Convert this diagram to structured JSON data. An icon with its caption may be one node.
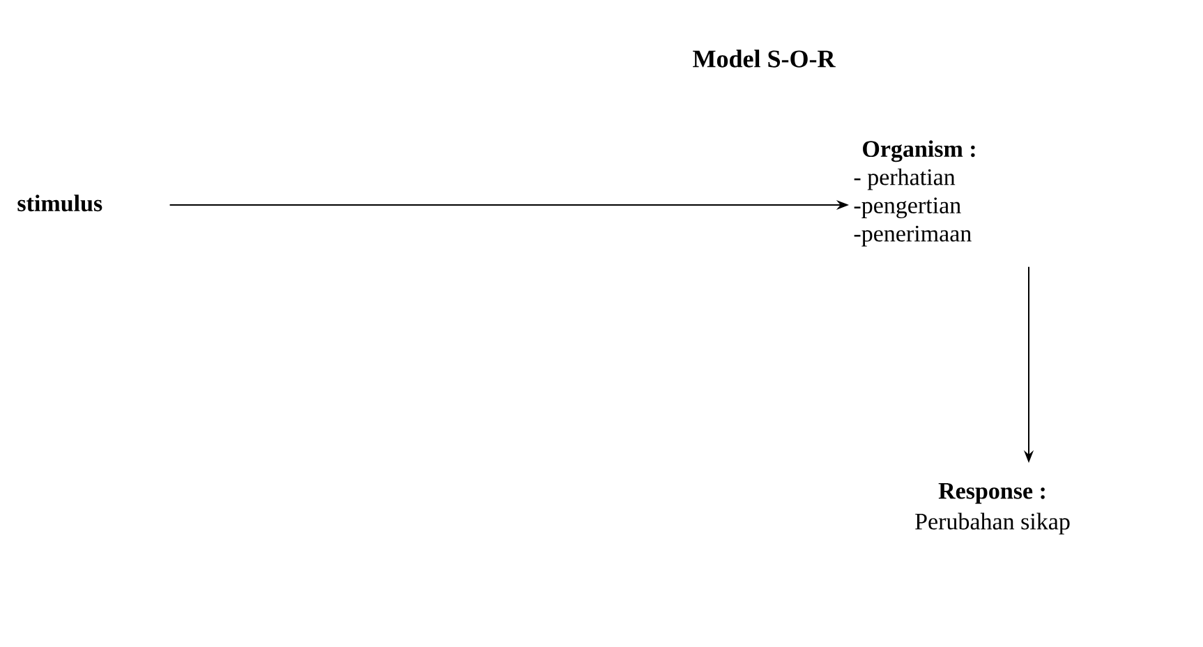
{
  "diagram": {
    "title": "Model S-O-R",
    "nodes": [
      {
        "text": [
          "stimulus"
        ]
      },
      {
        "text": [
          "Organism :",
          "- perhatian",
          "-pengertian",
          "-penerimaan"
        ]
      },
      {
        "text": [
          "Response :",
          "Perubahan sikap"
        ]
      }
    ],
    "edges": [
      {
        "from": 0,
        "to": 1,
        "arrow": "to"
      },
      {
        "from": 1,
        "to": 2,
        "arrow": "to"
      }
    ]
  }
}
